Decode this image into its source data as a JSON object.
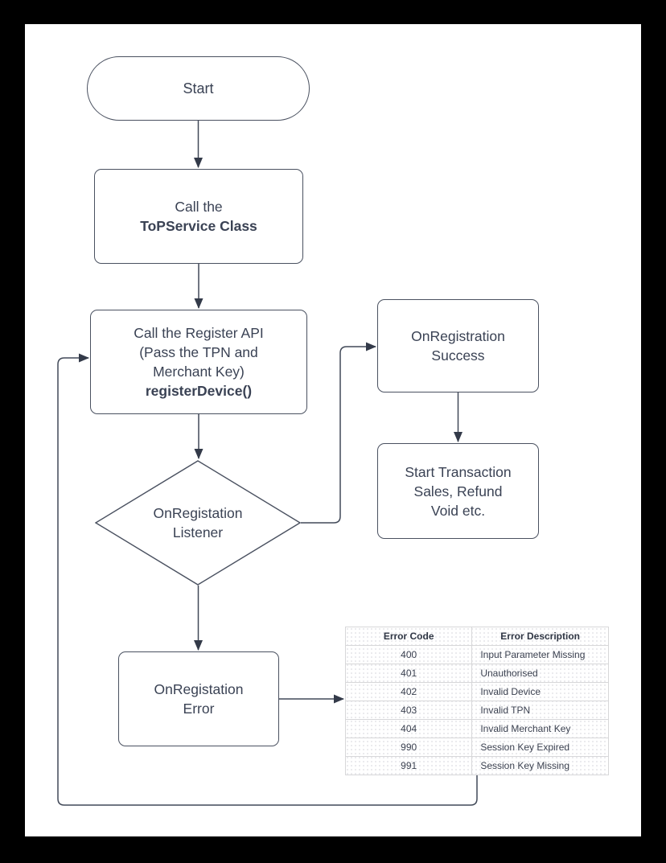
{
  "colors": {
    "background": "#000000",
    "canvas": "#ffffff",
    "shape_stroke": "#4a5160",
    "connector_stroke": "#414958",
    "text": "#3a4254",
    "table_border": "#d7d7d9"
  },
  "flowchart": {
    "start": {
      "label": "Start"
    },
    "topservice": {
      "line1": "Call the",
      "line2": "ToPService Class"
    },
    "register": {
      "line1": "Call the Register API",
      "line2": "(Pass the TPN and",
      "line3": "Merchant Key)",
      "line4": "registerDevice()"
    },
    "listener": {
      "line1": "OnRegistation",
      "line2": "Listener"
    },
    "success": {
      "line1": "OnRegistration",
      "line2": "Success"
    },
    "transaction": {
      "line1": "Start Transaction",
      "line2": "Sales, Refund",
      "line3": "Void etc."
    },
    "error": {
      "line1": "OnRegistation",
      "line2": "Error"
    }
  },
  "error_table": {
    "headers": [
      "Error Code",
      "Error Description"
    ],
    "rows": [
      [
        "400",
        "Input Parameter Missing"
      ],
      [
        "401",
        "Unauthorised"
      ],
      [
        "402",
        "Invalid Device"
      ],
      [
        "403",
        "Invalid TPN"
      ],
      [
        "404",
        "Invalid Merchant Key"
      ],
      [
        "990",
        "Session Key Expired"
      ],
      [
        "991",
        "Session Key Missing"
      ]
    ]
  }
}
